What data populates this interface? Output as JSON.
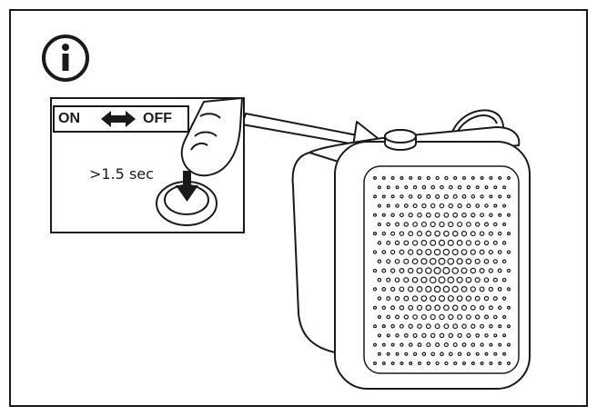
{
  "instruction": {
    "icon": "info-icon",
    "toggle_label_on": "ON",
    "toggle_label_off": "OFF",
    "toggle_arrow_icon": "double-arrow-icon",
    "press_duration": ">1.5 sec"
  }
}
